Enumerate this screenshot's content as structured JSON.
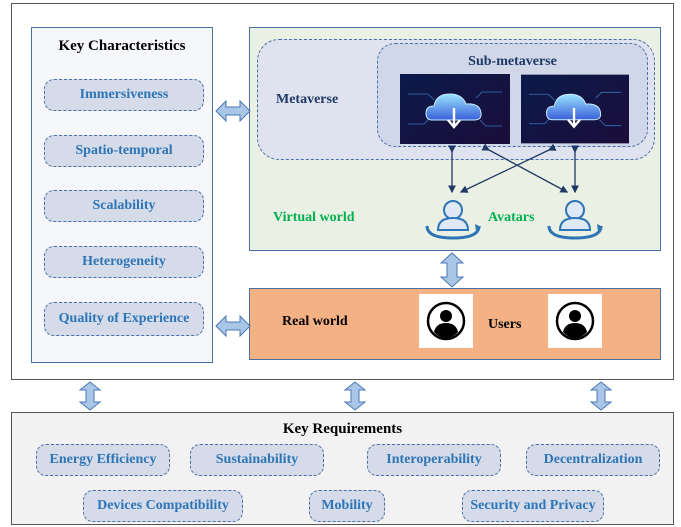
{
  "characteristics": {
    "title": "Key Characteristics",
    "items": [
      "Immersiveness",
      "Spatio-temporal",
      "Scalability",
      "Heterogeneity",
      "Quality of Experience"
    ]
  },
  "virtual": {
    "label": "Virtual world",
    "metaverse_label": "Metaverse",
    "sub_label": "Sub-metaverse",
    "avatars_label": "Avatars"
  },
  "real": {
    "label": "Real world",
    "users_label": "Users"
  },
  "requirements": {
    "title": "Key Requirements",
    "row1": [
      "Energy Efficiency",
      "Sustainability",
      "Interoperability",
      "Decentralization"
    ],
    "row2": [
      "Devices Compatibility",
      "Mobility",
      "Security and Privacy"
    ]
  },
  "colors": {
    "accent_text": "#2e75b6",
    "virtual_label": "#00b050",
    "metaverse_text": "#1f3864",
    "real_fill": "#f4b183",
    "arrow_fill": "#a9c6e6",
    "arrow_stroke": "#4a78b5"
  },
  "icons": {
    "arrows": "double-arrow-icon",
    "cloud": "cloud-server-icon",
    "avatar": "avatar-icon",
    "user": "user-icon"
  }
}
